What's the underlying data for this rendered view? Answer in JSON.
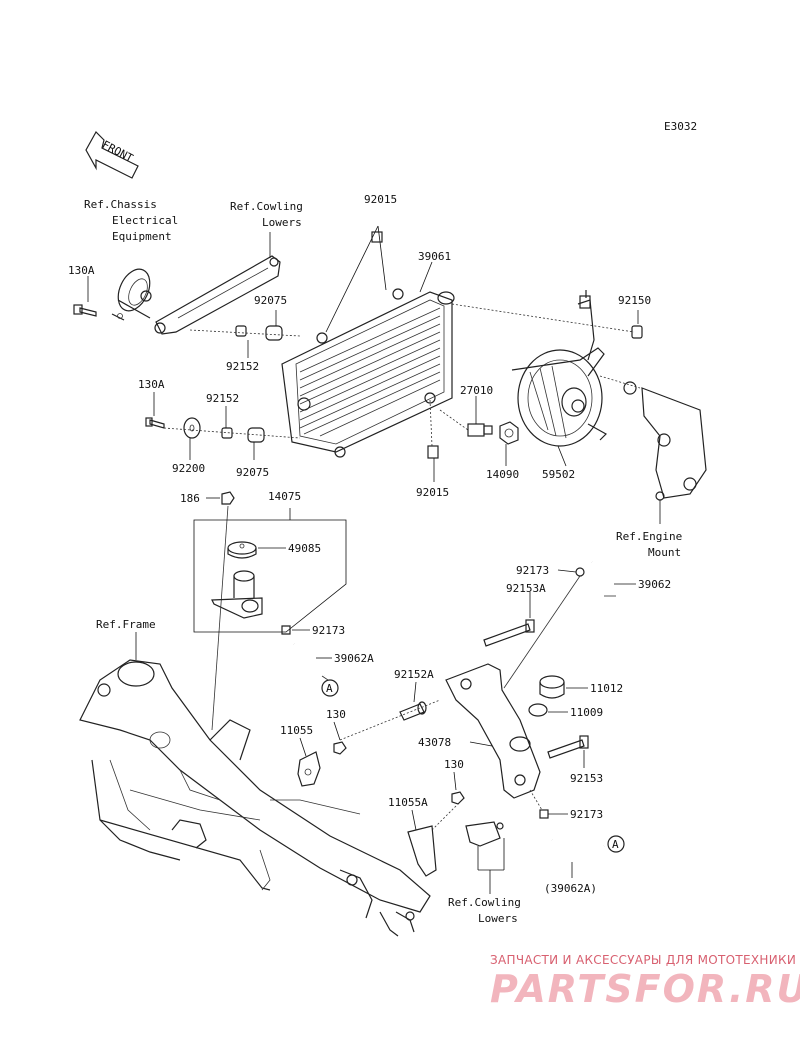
{
  "diagram_code": "E3032",
  "front_arrow": "FRONT",
  "refs": {
    "chassis_electrical": [
      "Ref.Chassis",
      "Electrical",
      "Equipment"
    ],
    "cowling_lowers_top": [
      "Ref.Cowling",
      "Lowers"
    ],
    "engine_mount": [
      "Ref.Engine",
      "Mount"
    ],
    "frame": "Ref.Frame",
    "cowling_lowers_bottom": [
      "Ref.Cowling",
      "Lowers"
    ]
  },
  "callouts": {
    "p92015_top": "92015",
    "p39061": "39061",
    "p92150": "92150",
    "p130A_top": "130A",
    "p92075_top": "92075",
    "p92152_top": "92152",
    "p130A_mid": "130A",
    "p92152_mid": "92152",
    "p92200": "92200",
    "p92075_mid": "92075",
    "p27010": "27010",
    "p92015_bottom": "92015",
    "p14090": "14090",
    "p59502": "59502",
    "p186": "186",
    "p14075": "14075",
    "p49085": "49085",
    "p92173_a": "92173",
    "p39062A": "39062A",
    "marker_a1": "A",
    "p92173_b": "92173",
    "p39062": "39062",
    "p92153A": "92153A",
    "p92152A": "92152A",
    "p11012": "11012",
    "p11009": "11009",
    "p11055": "11055",
    "p130_a": "130",
    "p43078": "43078",
    "p92153": "92153",
    "p130_b": "130",
    "p11055A": "11055A",
    "p92173_c": "92173",
    "marker_a2": "A",
    "p39062A_paren": "(39062A)"
  },
  "watermark": {
    "top": "ЗАПЧАСТИ И АКСЕССУАРЫ ДЛЯ МОТОТЕХНИКИ",
    "main": "PARTSFOR.RU"
  }
}
